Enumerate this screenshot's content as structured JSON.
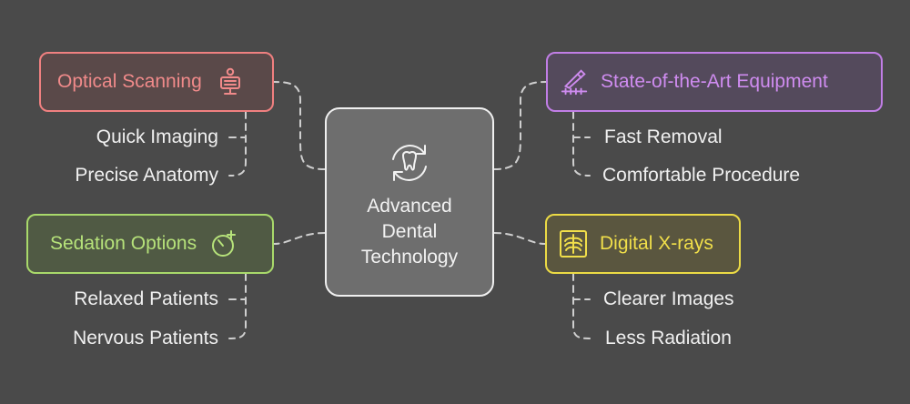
{
  "center": {
    "title": "Advanced Dental Technology",
    "icon": "tooth-cycle-icon"
  },
  "branches": {
    "optical": {
      "title": "Optical Scanning",
      "icon": "scanner-person-icon",
      "color": "#f08080",
      "items": [
        "Quick Imaging",
        "Precise Anatomy"
      ]
    },
    "sedation": {
      "title": "Sedation Options",
      "icon": "timer-plus-icon",
      "color": "#a9d96b",
      "items": [
        "Relaxed Patients",
        "Nervous Patients"
      ]
    },
    "equipment": {
      "title": "State-of-the-Art Equipment",
      "icon": "scalpel-icon",
      "color": "#c17ee6",
      "items": [
        "Fast Removal",
        "Comfortable Procedure"
      ]
    },
    "xrays": {
      "title": "Digital X-rays",
      "icon": "xray-ribcage-icon",
      "color": "#ecdb45",
      "items": [
        "Clearer Images",
        "Less Radiation"
      ]
    }
  },
  "colors": {
    "background": "#4a4a4a",
    "connector": "#cfcfcf",
    "text": "#f0f0f0"
  }
}
